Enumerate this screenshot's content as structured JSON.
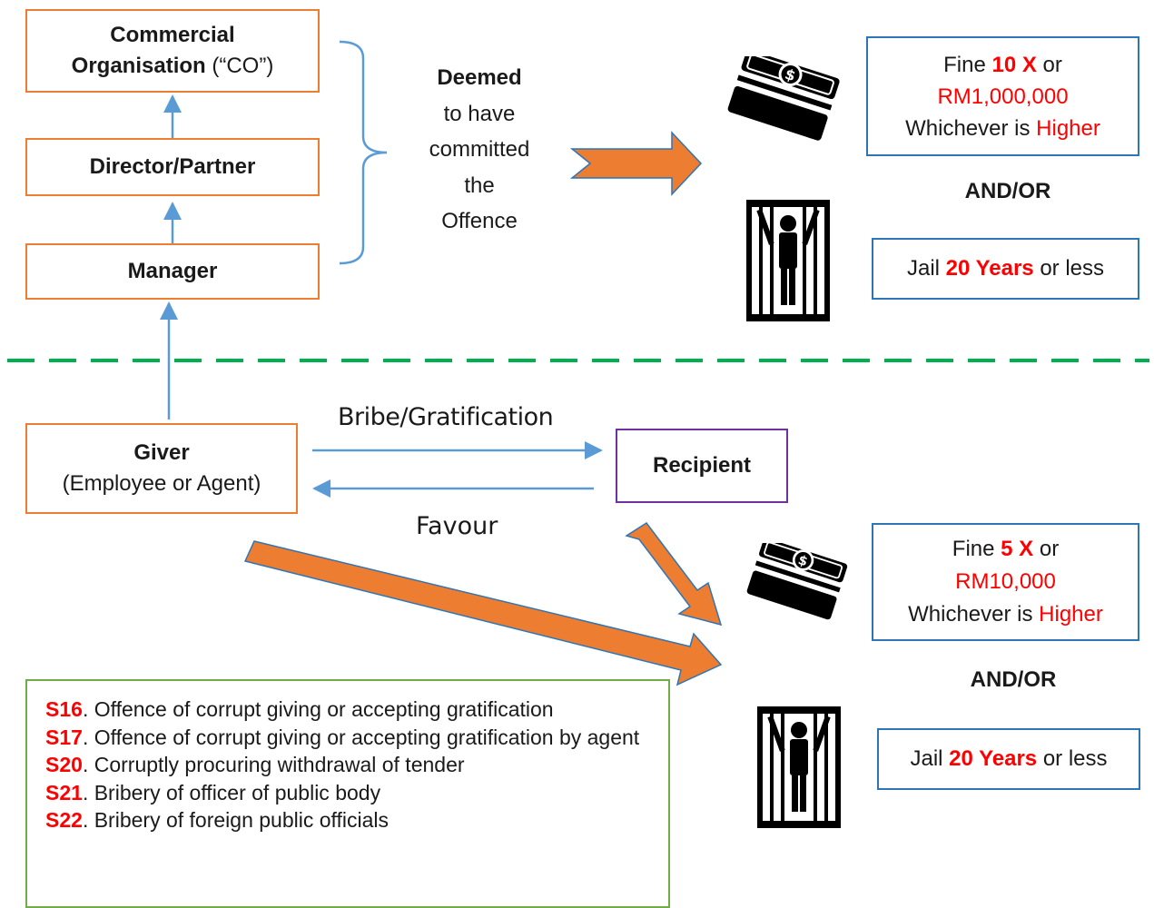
{
  "hierarchy": {
    "co_bold": "Commercial Organisation",
    "co_suffix": " (“CO”)",
    "director": "Director/Partner",
    "manager": "Manager"
  },
  "deemed": {
    "bold": "Deemed",
    "line2": "to have",
    "line3": "committed",
    "line4": "the",
    "line5": "Offence"
  },
  "corporate_penalty": {
    "fine_prefix": "Fine ",
    "fine_multiplier": "10 X",
    "fine_or": " or",
    "fine_amount": "RM1,000,000",
    "whichever_prefix": "Whichever is ",
    "whichever_word": "Higher",
    "and_or": "AND/OR",
    "jail_prefix": "Jail ",
    "jail_years": "20 Years",
    "jail_suffix": " or less"
  },
  "individual": {
    "giver_title": "Giver",
    "giver_subtitle": "(Employee or Agent)",
    "bribe_label": "Bribe/Gratification",
    "favour_label": "Favour",
    "recipient": "Recipient"
  },
  "individual_penalty": {
    "fine_prefix": "Fine ",
    "fine_multiplier": "5 X",
    "fine_or": " or",
    "fine_amount": "RM10,000",
    "whichever_prefix": "Whichever is ",
    "whichever_word": "Higher",
    "and_or": "AND/OR",
    "jail_prefix": "Jail ",
    "jail_years": "20 Years",
    "jail_suffix": " or less"
  },
  "sections": [
    {
      "code": "S16",
      "text": ". Offence of corrupt giving or accepting gratification"
    },
    {
      "code": "S17",
      "text": ". Offence of corrupt giving or accepting gratification by agent"
    },
    {
      "code": "S20",
      "text": ". Corruptly procuring withdrawal of tender"
    },
    {
      "code": "S21",
      "text": ". Bribery of officer of public body"
    },
    {
      "code": "S22",
      "text": ". Bribery of foreign public officials"
    }
  ],
  "colors": {
    "orange": "#ED7D31",
    "blue": "#2E75B6",
    "light_blue_arrow": "#5B9BD5",
    "purple": "#7030A0",
    "green_border": "#70AD47",
    "dashed_divider": "#00B050",
    "red_highlight": "#FF0000"
  },
  "icons": [
    "money-stack-icon",
    "jail-icon"
  ]
}
